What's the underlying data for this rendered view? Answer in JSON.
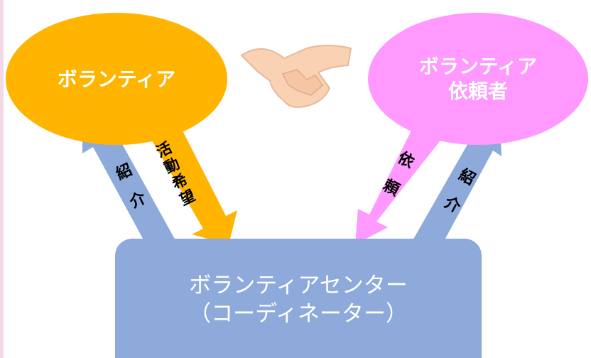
{
  "volunteer": {
    "label": "ボランティア"
  },
  "requester": {
    "line1": "ボランティア",
    "line2": "依頼者"
  },
  "center": {
    "line1": "ボランティアセンター",
    "line2": "（コーディネーター）"
  },
  "arrows": {
    "left_up": "紹介",
    "left_down": "活動希望",
    "right_down": "依頼",
    "right_up": "紹介"
  },
  "colors": {
    "volunteer": "#ffb400",
    "requester": "#ff99ff",
    "center": "#8eaadb",
    "arrow_blue": "#8eaadb",
    "arrow_orange": "#ffb400",
    "arrow_pink": "#ff99ff"
  },
  "icons": {
    "handshake": "handshake-icon"
  }
}
